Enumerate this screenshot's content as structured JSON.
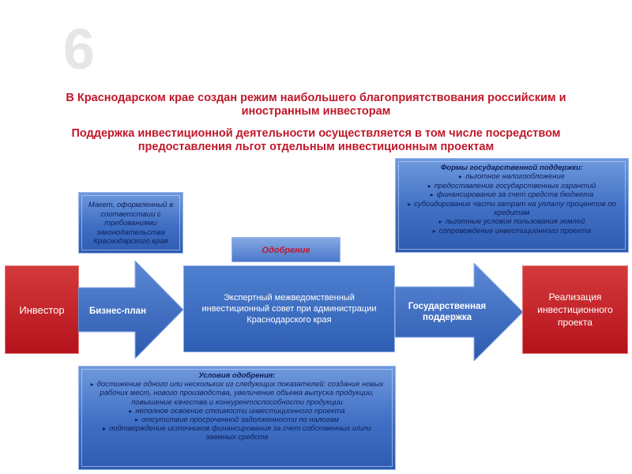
{
  "slide": {
    "number": "6"
  },
  "headings": {
    "line1": "В Краснодарском крае создан режим наибольшего благоприятствования российским и иностранным инвесторам",
    "line2": "Поддержка инвестиционной деятельности осуществляется  в том числе посредством предоставления льгот отдельным инвестиционным проектам"
  },
  "flow": {
    "investor": "Инвестор",
    "business_plan": "Бизнес-план",
    "council": "Экспертный межведомственный инвестиционный совет при администрации Краснодарского края",
    "state_support": "Государственная поддержка",
    "realization": "Реализация инвестиционного проекта"
  },
  "maket": "Макет, оформленный в соответствии с требованиями законодательства Краснодарского края",
  "approval": "Одобрение",
  "support_forms": {
    "title": "Формы государственной поддержки:",
    "items": [
      "льготное налогообложение",
      "предоставление государственных гарантий",
      "финансирование за счет средств бюджета",
      "субсидирование части затрат на уплату процентов по кредитам",
      "льготные условия пользования землей",
      "сопровождение инвестиционного проекта"
    ]
  },
  "approval_conditions": {
    "title": "Условия одобрения:",
    "items": [
      "достижение одного или нескольких из следующих показателей: создание новых рабочих мест, нового производства, увеличение объема выпуска продукции, повышение качества и конкурентоспособности продукции",
      "неполное освоение стоимости инвестиционного проекта",
      "отсутствие просроченной задолженности по налогам",
      "подтверждение источников финансирования за счет собственных и/или заемных средств"
    ]
  },
  "colors": {
    "heading_red": "#c0182a",
    "box_blue": "#3f6fc4",
    "box_red": "#b5121b",
    "text_dark_blue": "#0d1f5a"
  }
}
